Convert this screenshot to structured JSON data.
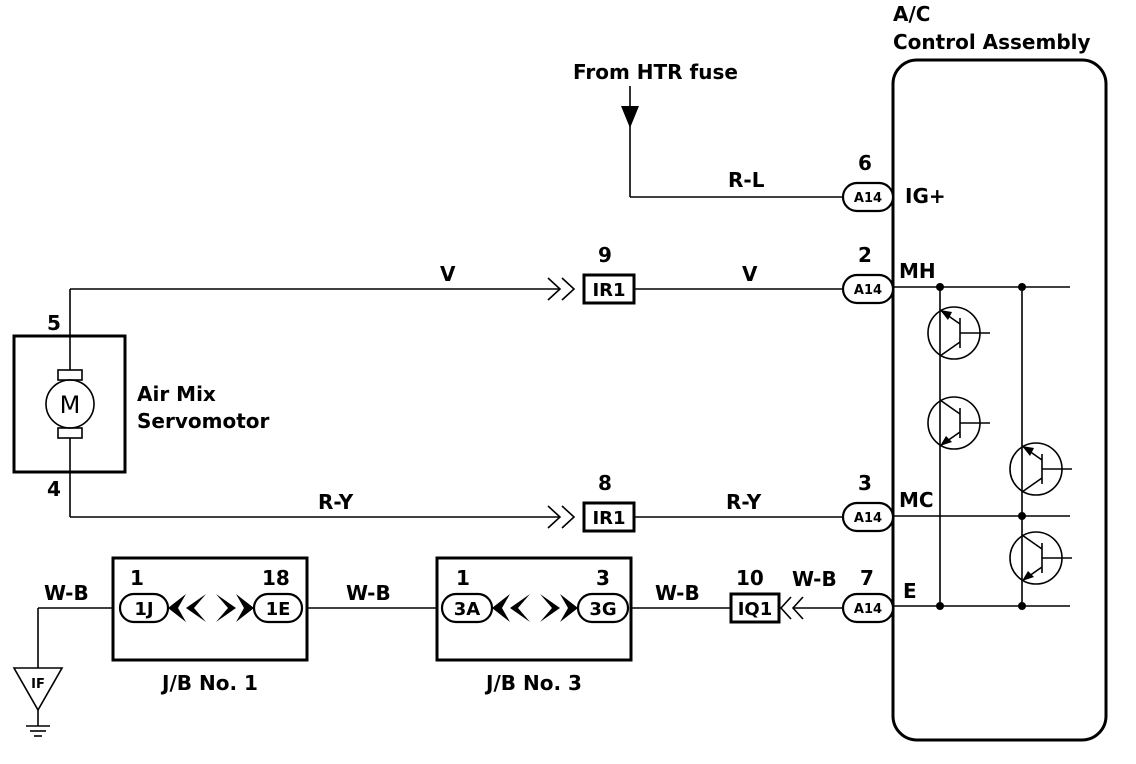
{
  "assembly": {
    "title_line1": "A/C",
    "title_line2": "Control Assembly"
  },
  "source": {
    "label": "From HTR fuse"
  },
  "servomotor": {
    "label_line1": "Air Mix",
    "label_line2": "Servomotor",
    "motor_symbol": "M",
    "pin_top": "5",
    "pin_bottom": "4"
  },
  "terminals": {
    "ig": {
      "pin": "6",
      "connector": "A14",
      "name": "IG+"
    },
    "mh": {
      "pin": "2",
      "connector": "A14",
      "name": "MH"
    },
    "mc": {
      "pin": "3",
      "connector": "A14",
      "name": "MC"
    },
    "e": {
      "pin": "7",
      "connector": "A14",
      "name": "E"
    }
  },
  "wires": {
    "r_l": "R-L",
    "v_left": "V",
    "v_right": "V",
    "r_y_left": "R-Y",
    "r_y_right": "R-Y",
    "w_b_ground": "W-B",
    "w_b_mid": "W-B",
    "w_b_right1": "W-B",
    "w_b_right2": "W-B"
  },
  "connectors": {
    "ir1_top": {
      "pin": "9",
      "name": "IR1"
    },
    "ir1_bottom": {
      "pin": "8",
      "name": "IR1"
    },
    "iq1": {
      "pin": "10",
      "name": "IQ1"
    }
  },
  "junction_blocks": {
    "jb1": {
      "label": "J/B No. 1",
      "left_pin": "1",
      "left_connector": "1J",
      "right_pin": "18",
      "right_connector": "1E"
    },
    "jb3": {
      "label": "J/B No. 3",
      "left_pin": "1",
      "left_connector": "3A",
      "right_pin": "3",
      "right_connector": "3G"
    }
  },
  "ground": {
    "label": "IF"
  }
}
